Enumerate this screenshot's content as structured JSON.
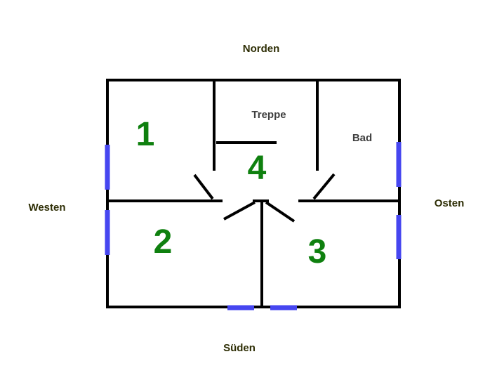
{
  "directions": {
    "north": "Norden",
    "south": "Süden",
    "west": "Westen",
    "east": "Osten"
  },
  "rooms": {
    "room1": "1",
    "room2": "2",
    "room3": "3",
    "room4": "4",
    "stairs": "Treppe",
    "bath": "Bad"
  },
  "colors": {
    "walls": "#000000",
    "windows": "#4646f0",
    "room_numbers": "#0f800f"
  }
}
